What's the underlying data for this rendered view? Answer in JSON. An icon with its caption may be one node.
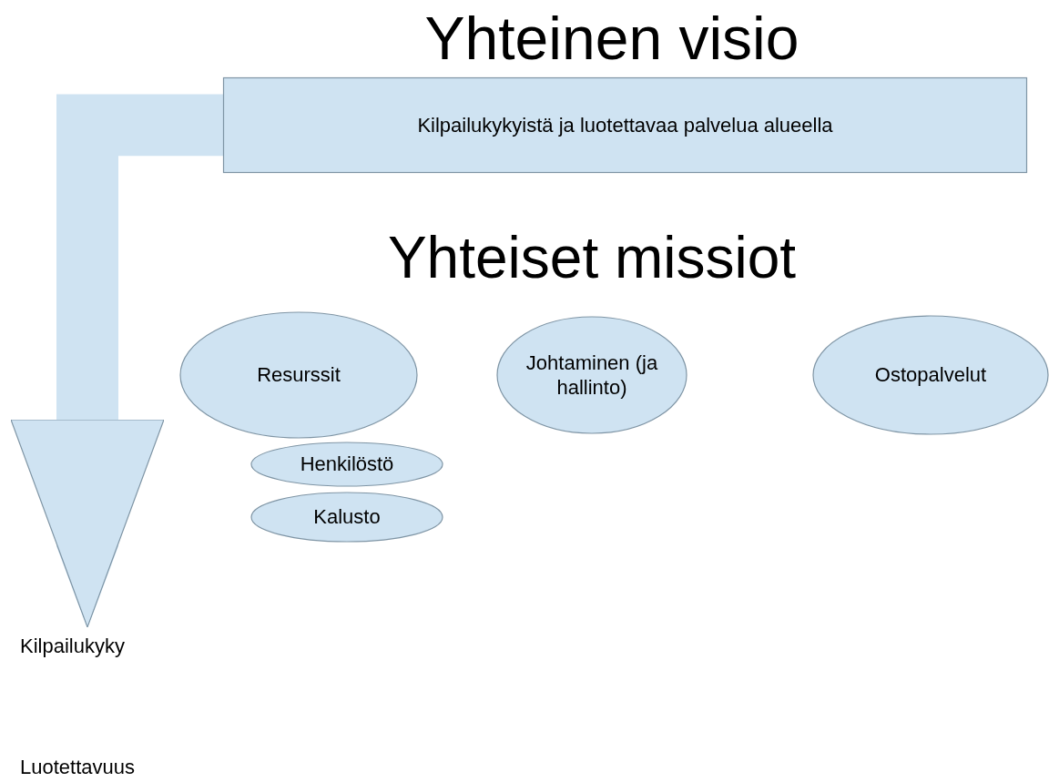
{
  "diagram": {
    "title": "Yhteinen visio",
    "nodes": [
      {
        "text": [
          "Kilpailukykyistä ja luotettavaa palvelua alueella"
        ]
      },
      {
        "text": [
          "Resurssit"
        ]
      },
      {
        "text": [
          "Johtaminen (ja hallinto)"
        ]
      },
      {
        "text": [
          "Ostopalvelut"
        ]
      },
      {
        "text": [
          "Henkilöstö"
        ]
      },
      {
        "text": [
          "Kalusto"
        ]
      },
      {
        "text": [
          "Kilpailukyky"
        ]
      }
    ],
    "edges": [
      {
        "from": 0,
        "to": 6,
        "arrow": "to"
      }
    ],
    "labels": [
      "Yhteiset missiot",
      "Luotettavuus"
    ]
  }
}
